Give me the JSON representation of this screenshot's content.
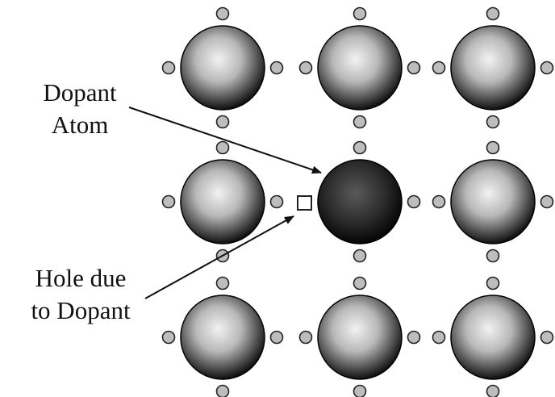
{
  "labels": {
    "dopant_line1": "Dopant",
    "dopant_line2": "Atom",
    "hole_line1": "Hole due",
    "hole_line2": "to Dopant"
  },
  "lattice": {
    "rows": 3,
    "cols": 3,
    "dopant_position": {
      "row": 2,
      "col": 2
    },
    "hole_position": "left of dopant atom",
    "electrons_per_atom": 4
  },
  "colors": {
    "atom_center": "#f2f2f2",
    "atom_edge": "#101010",
    "dopant_center": "#5a5a5a",
    "dopant_edge": "#050505",
    "electron_fill": "#bdbdbd",
    "electron_stroke": "#222222",
    "hole_fill": "#ffffff",
    "hole_stroke": "#222222",
    "arrow": "#111111"
  }
}
